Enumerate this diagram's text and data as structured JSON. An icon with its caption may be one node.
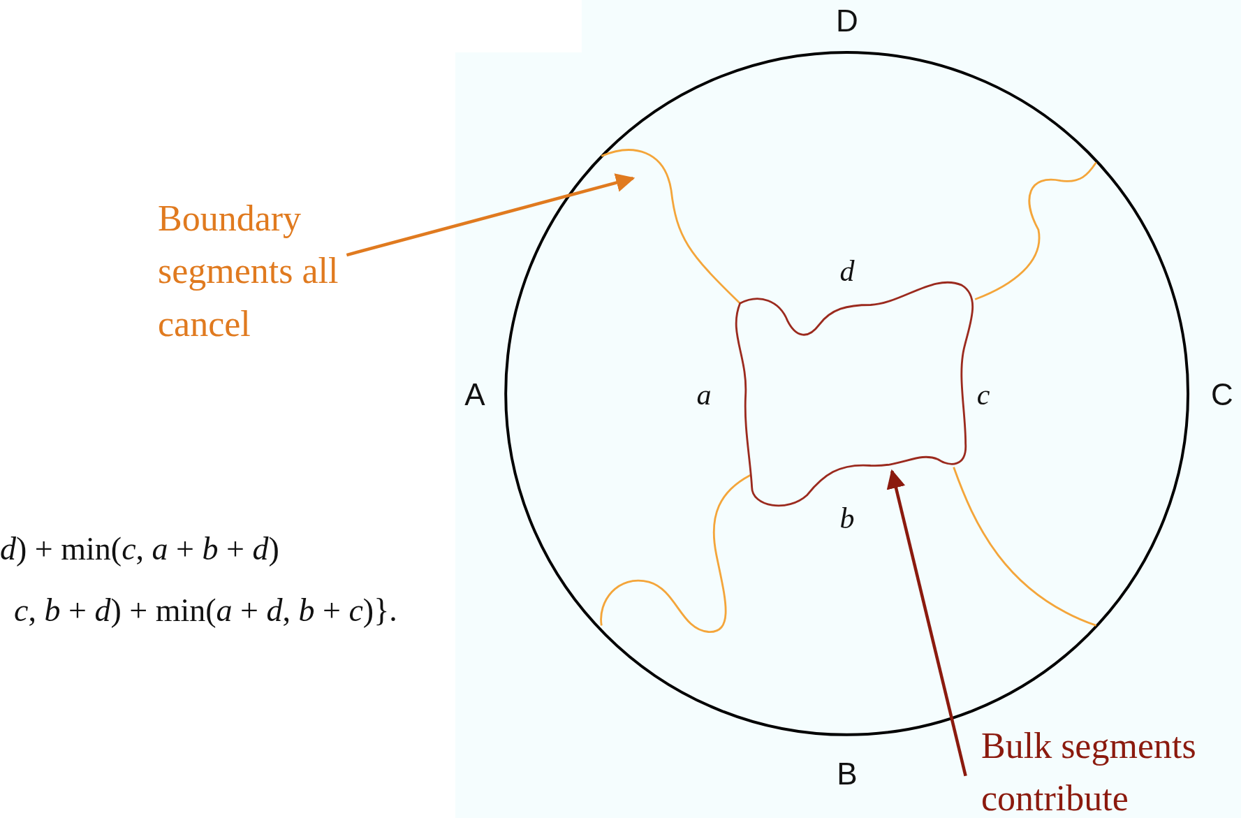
{
  "diagram": {
    "nodes": [
      {
        "text": [
          "Boundary segments all cancel"
        ]
      },
      {
        "text": [
          "Bulk segments contribute"
        ]
      }
    ],
    "edges": [
      {
        "from": 0,
        "to": null,
        "arrow": "to",
        "color": "#e07a1f"
      },
      {
        "from": 1,
        "to": null,
        "arrow": "to",
        "color": "#8b1a0e"
      }
    ],
    "labels": [
      "D",
      "A",
      "*a*",
      "*d*",
      "*c*",
      "C",
      "*d*) + min(*c*, *a* + *b* + *d*)",
      "*b*",
      "*c*, *b* + *d*) + min(*a* + *d*, *b* + *c*)}.",
      "B"
    ]
  }
}
